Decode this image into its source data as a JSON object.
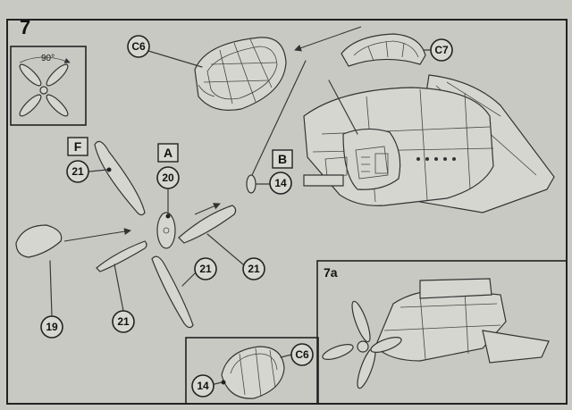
{
  "step_number": "7",
  "inset_angle": "90°",
  "sub_step": "7a",
  "labels": {
    "F": "F",
    "A": "A",
    "B": "B"
  },
  "callouts": {
    "c6_top": "C6",
    "c7": "C7",
    "c6_bottom": "C6",
    "p21_f": "21",
    "p20_a": "20",
    "p14_b": "14",
    "p19": "19",
    "p21_left": "21",
    "p21_right": "21",
    "p21_mid": "21",
    "p14_bottom": "14"
  }
}
